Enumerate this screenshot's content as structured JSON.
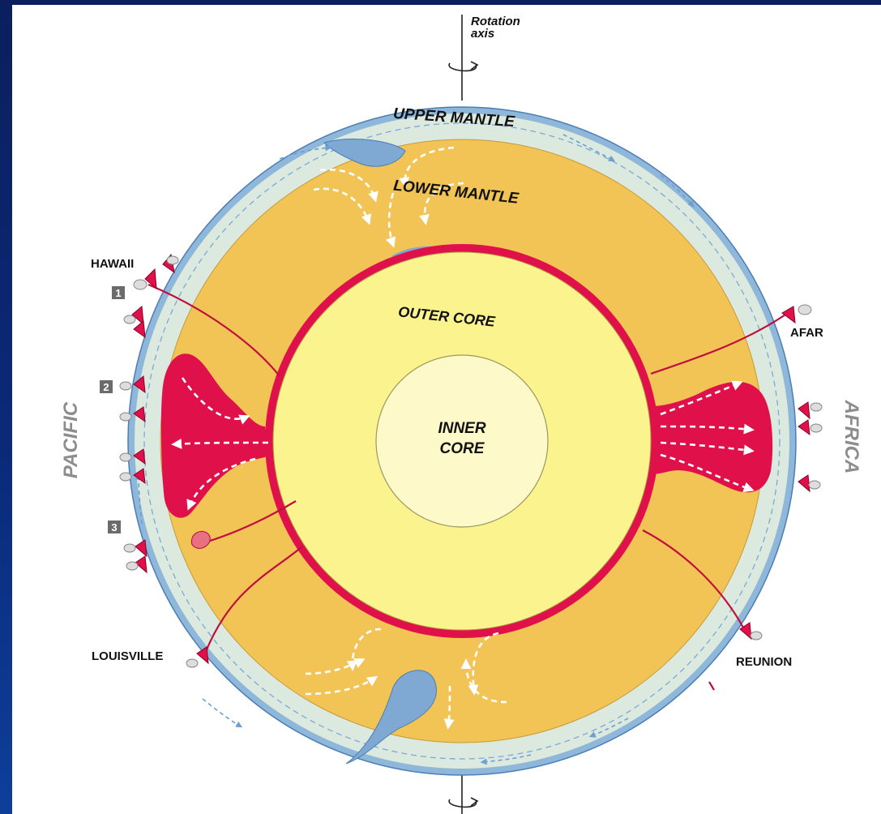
{
  "labels": {
    "rotation_axis_line1": "Rotation",
    "rotation_axis_line2": "axis",
    "upper_mantle": "UPPER MANTLE",
    "lower_mantle": "LOWER MANTLE",
    "outer_core": "OUTER CORE",
    "inner_core_line1": "INNER",
    "inner_core_line2": "CORE",
    "pacific": "PACIFIC",
    "africa": "AFRICA",
    "hawaii": "HAWAII",
    "afar": "AFAR",
    "louisville": "LOUISVILLE",
    "reunion": "REUNION",
    "marker_1": "1",
    "marker_2": "2",
    "marker_3": "3"
  },
  "colors": {
    "crust": "#8fb7da",
    "upper_mantle": "#dbe9df",
    "lower_mantle": "#f2c456",
    "core_mantle_boundary": "#e0114a",
    "outer_core": "#fbf48e",
    "inner_core": "#fdf9c8",
    "slab": "#7fa9d2"
  }
}
